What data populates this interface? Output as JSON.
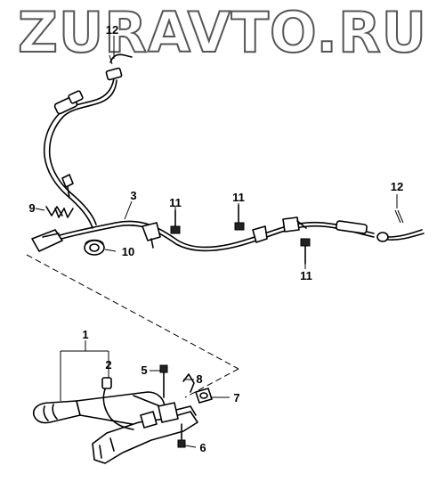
{
  "watermark": "ZURAVTO.RU",
  "callouts": {
    "c1": "1",
    "c2": "2",
    "c3": "3",
    "c5": "5",
    "c6": "6",
    "c7": "7",
    "c8": "8",
    "c9": "9",
    "c10": "10",
    "c11a": "11",
    "c11b": "11",
    "c11c": "11",
    "c12a": "12",
    "c12b": "12"
  }
}
